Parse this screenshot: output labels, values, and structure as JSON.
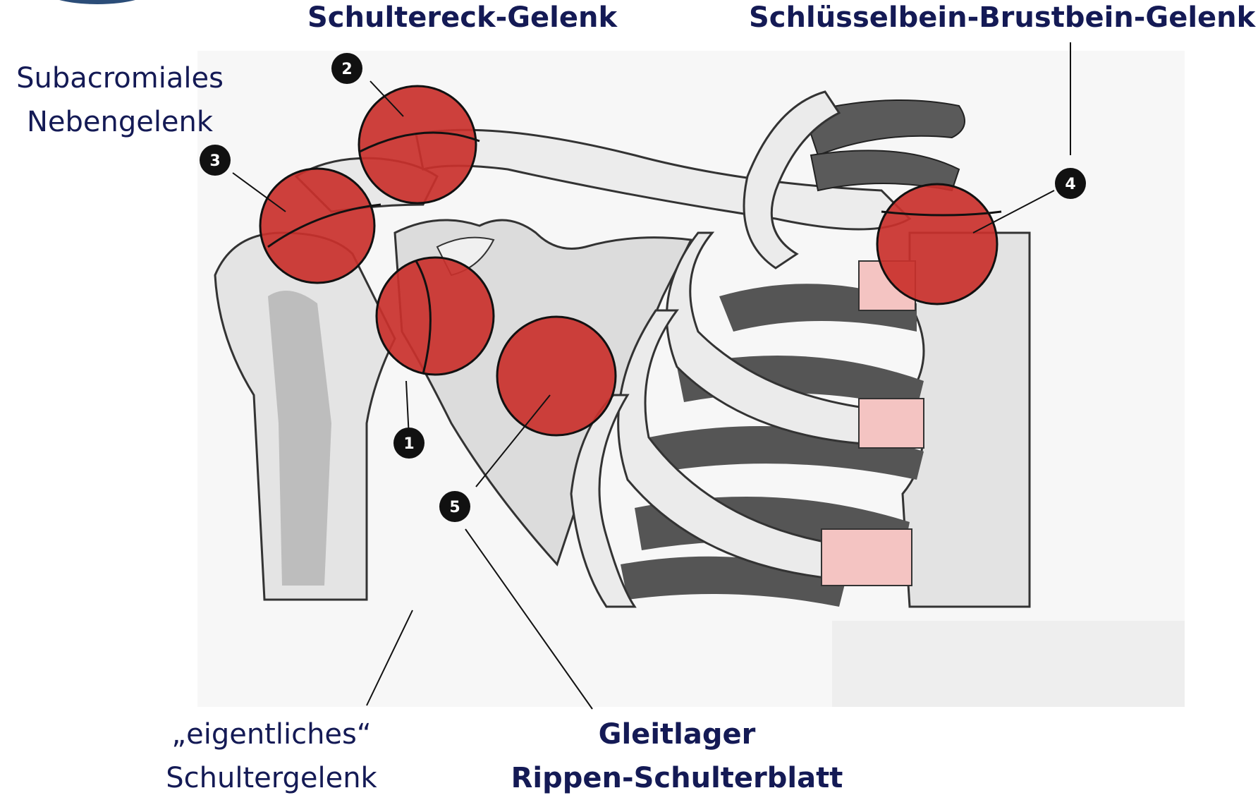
{
  "labels": {
    "schultereck": "Schultereck-Gelenk",
    "schluesselbein": "Schlüsselbein-Brustbein-Gelenk",
    "subacromial_line1": "Subacromiales",
    "subacromial_line2": "Nebengelenk",
    "eigentlich_line1": "„eigentliches“",
    "eigentlich_line2": "Schultergelenk",
    "gleitlager_line1": "Gleitlager",
    "gleitlager_line2": "Rippen-Schulterblatt"
  },
  "markers": [
    "1",
    "2",
    "3",
    "4",
    "5"
  ],
  "colors": {
    "label_text": "#141a55",
    "joint_fill": "#c9302b",
    "bone_light": "#e6e6e6",
    "bone_dark": "#5a5a5a",
    "cartilage": "#f4c4c2",
    "marker_bg": "#111111"
  }
}
